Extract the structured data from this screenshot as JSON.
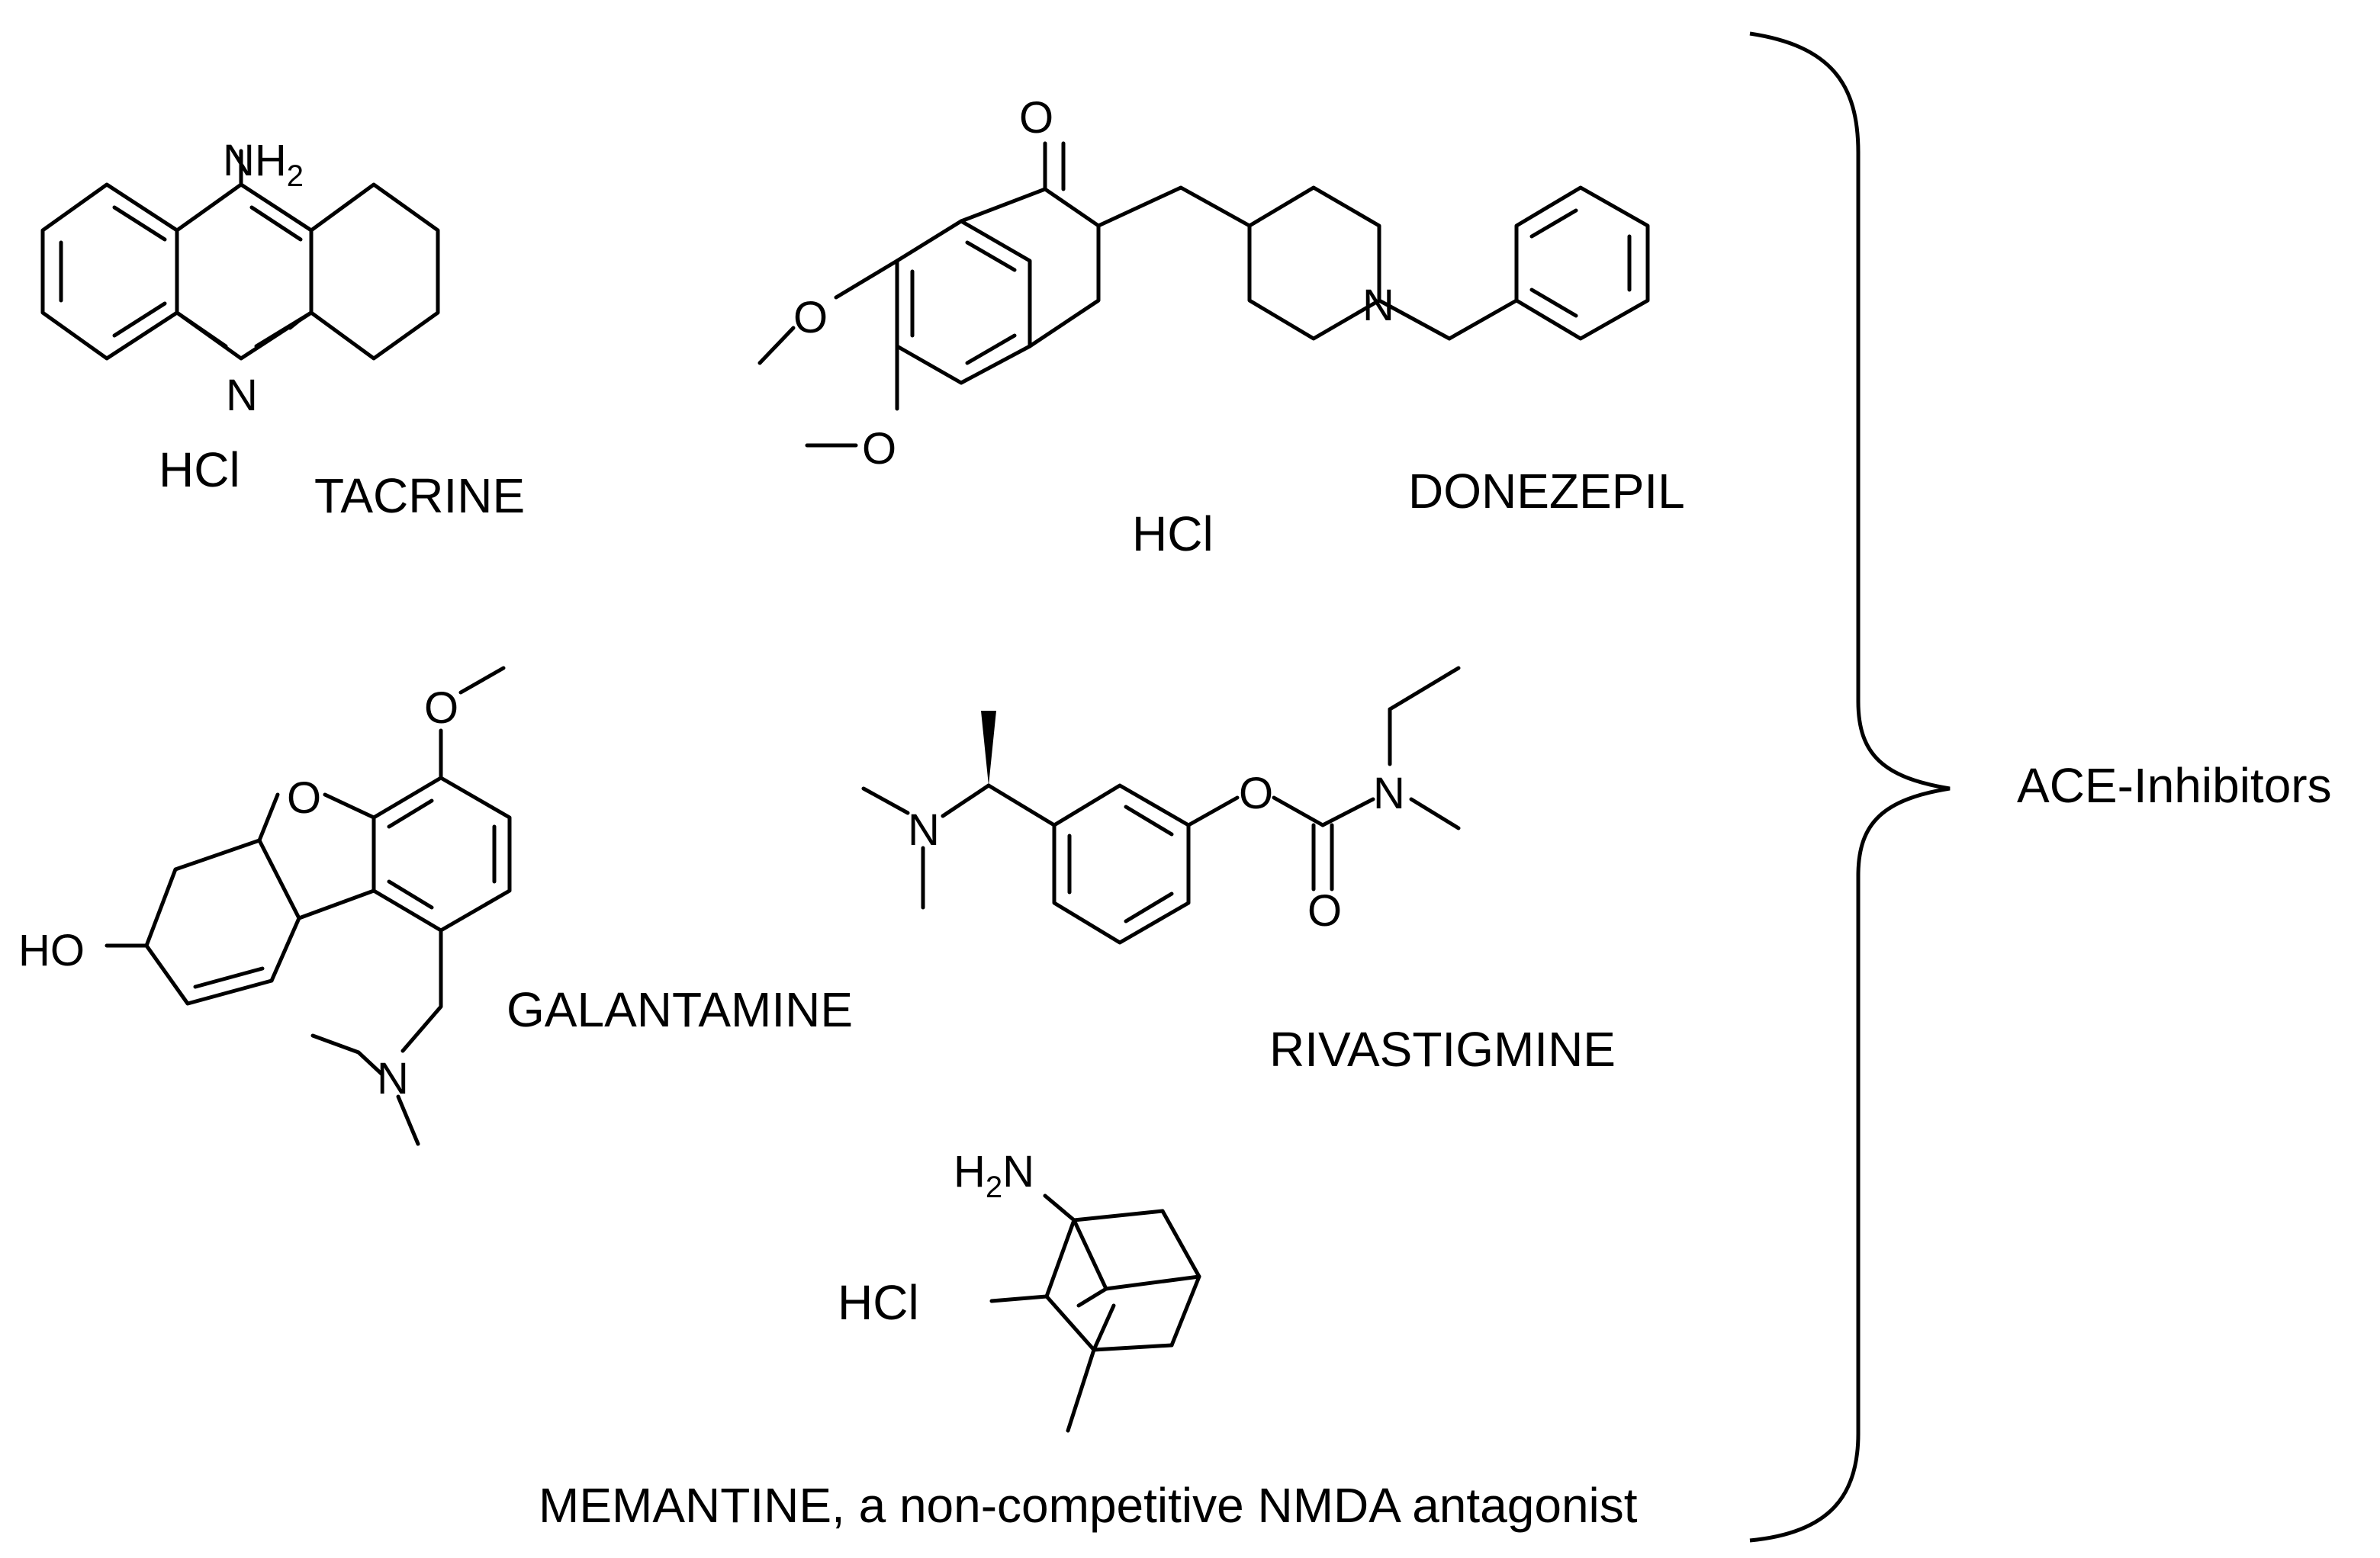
{
  "compounds": {
    "tacrine": {
      "name": "TACRINE",
      "salt": "HCl",
      "amine_label": "NH",
      "amine_sub": "2",
      "ring_n": "N"
    },
    "donezepil": {
      "name": "DONEZEPIL",
      "salt": "HCl",
      "carbonyl_o": "O",
      "ether_o1": "O",
      "ether_o2": "O",
      "ring_n": "N"
    },
    "galantamine": {
      "name": "GALANTAMINE",
      "hydroxyl": "HO",
      "ring_o": "O",
      "methoxy_o": "O",
      "amine_n": "N"
    },
    "rivastigmine": {
      "name": "RIVASTIGMINE",
      "amine_n": "N",
      "ester_o": "O",
      "carbonyl_o": "O",
      "carbamate_n": "N"
    },
    "memantine": {
      "name": "MEMANTINE, a non-competitive NMDA antagonist",
      "salt": "HCl",
      "amine_h": "H",
      "amine_sub": "2",
      "amine_n": "N"
    }
  },
  "group_label": "ACE-Inhibitors"
}
